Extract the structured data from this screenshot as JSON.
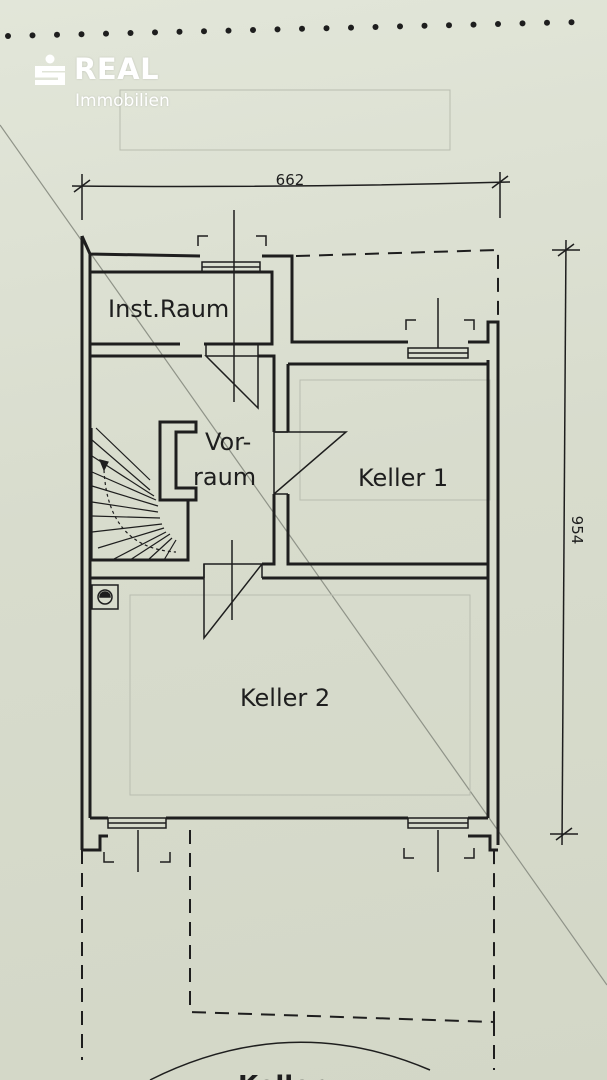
{
  "logo": {
    "brand": "REAL",
    "subtitle": "Immobilien",
    "icon": "sparkasse-s-icon",
    "color": "#ffffff"
  },
  "plan": {
    "ink_color": "#1e1e1e",
    "paper_color": "#dcdfd2",
    "dimension_width": "662",
    "dimension_height": "954",
    "rooms": {
      "inst_raum": "Inst.Raum",
      "vorraum_line1": "Vor-",
      "vorraum_line2": "raum",
      "keller1": "Keller 1",
      "keller2": "Keller 2"
    },
    "bottom_label": "Keller"
  }
}
